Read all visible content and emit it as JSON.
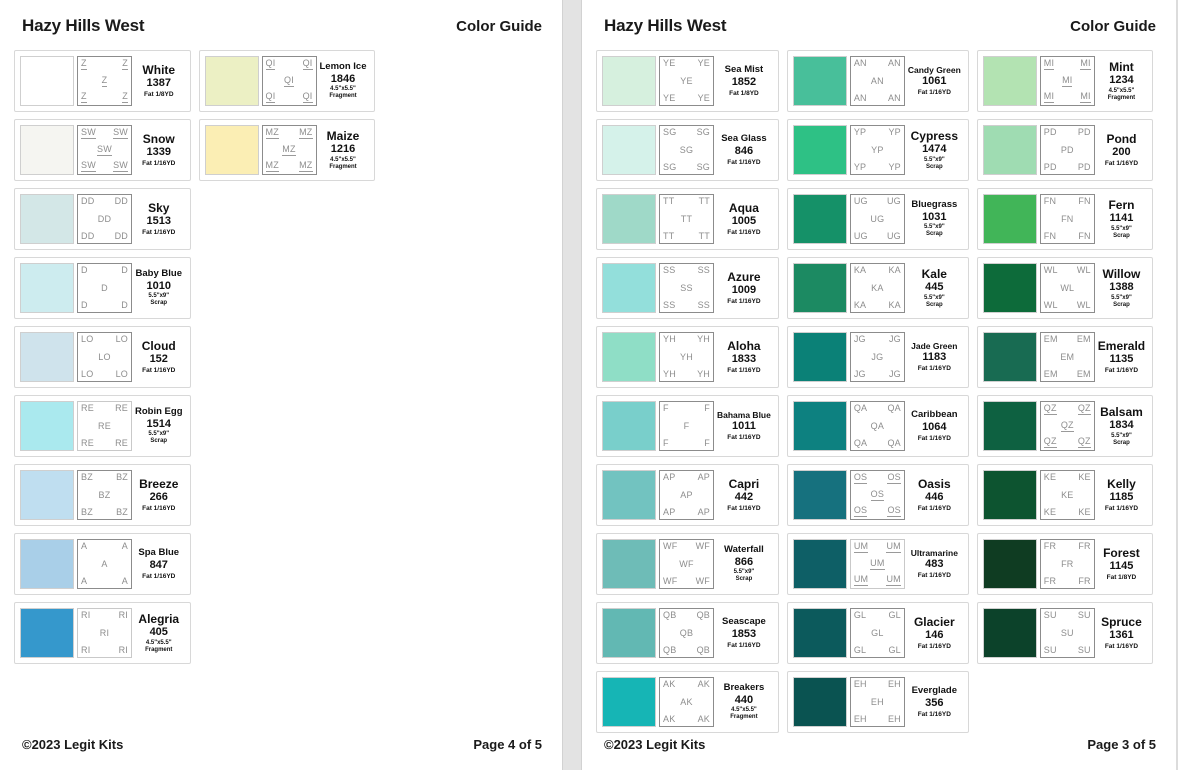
{
  "pages": [
    {
      "id": "page-left",
      "header": {
        "title": "Hazy Hills West",
        "right": "Color Guide"
      },
      "footer": {
        "copyright": "©2023 Legit Kits",
        "page": "Page 4 of 5"
      },
      "columns": [
        {
          "id": "left-col-1",
          "swatches": [
            {
              "name": "White",
              "number": "1387",
              "cut": "Fat 1/8YD",
              "code": "Z",
              "color": "#ffffff",
              "underline": true,
              "box": "dark"
            },
            {
              "name": "Snow",
              "number": "1339",
              "cut": "Fat 1/16YD",
              "code": "SW",
              "color": "#f5f5f1",
              "underline": true,
              "box": "dark"
            },
            {
              "name": "Sky",
              "number": "1513",
              "cut": "Fat 1/16YD",
              "code": "DD",
              "color": "#d3e7e7",
              "underline": false,
              "box": "dark"
            },
            {
              "name": "Baby Blue",
              "number": "1010",
              "cut": "5.5\"x9\"",
              "cut2": "Scrap",
              "code": "D",
              "color": "#cdecef",
              "underline": false,
              "box": "dark"
            },
            {
              "name": "Cloud",
              "number": "152",
              "cut": "Fat 1/16YD",
              "code": "LO",
              "color": "#cfe3ec",
              "underline": false,
              "box": "dark"
            },
            {
              "name": "Robin Egg",
              "number": "1514",
              "cut": "5.5\"x9\"",
              "cut2": "Scrap",
              "code": "RE",
              "color": "#aae9ee",
              "underline": false,
              "box": "light"
            },
            {
              "name": "Breeze",
              "number": "266",
              "cut": "Fat 1/16YD",
              "code": "BZ",
              "color": "#bfdef0",
              "underline": false,
              "box": "dark"
            },
            {
              "name": "Spa Blue",
              "number": "847",
              "cut": "Fat 1/16YD",
              "code": "A",
              "color": "#a9cfe8",
              "underline": false,
              "box": "dark"
            },
            {
              "name": "Alegria",
              "number": "405",
              "cut": "4.5\"x5.5\"",
              "cut2": "Fragment",
              "code": "RI",
              "color": "#3598cc",
              "underline": false,
              "box": "light"
            }
          ]
        },
        {
          "id": "left-col-2",
          "swatches": [
            {
              "name": "Lemon Ice",
              "number": "1846",
              "cut": "4.5\"x5.5\"",
              "cut2": "Fragment",
              "code": "QI",
              "color": "#ecf0c4",
              "underline": true,
              "box": "dark"
            },
            {
              "name": "Maize",
              "number": "1216",
              "cut": "4.5\"x5.5\"",
              "cut2": "Fragment",
              "code": "MZ",
              "color": "#fbeeb4",
              "underline": true,
              "box": "dark"
            }
          ]
        }
      ]
    },
    {
      "id": "page-right",
      "header": {
        "title": "Hazy Hills West",
        "right": "Color Guide"
      },
      "footer": {
        "copyright": "©2023 Legit Kits",
        "page": "Page 3 of 5"
      },
      "columns": [
        {
          "id": "right-col-1",
          "swatches": [
            {
              "name": "Sea Mist",
              "number": "1852",
              "cut": "Fat 1/8YD",
              "code": "YE",
              "color": "#d6f0de",
              "underline": false,
              "box": "dark"
            },
            {
              "name": "Sea Glass",
              "number": "846",
              "cut": "Fat 1/16YD",
              "code": "SG",
              "color": "#d5f2ea",
              "underline": false,
              "box": "dark"
            },
            {
              "name": "Aqua",
              "number": "1005",
              "cut": "Fat 1/16YD",
              "code": "TT",
              "color": "#9fd9c8",
              "underline": false,
              "box": "dark"
            },
            {
              "name": "Azure",
              "number": "1009",
              "cut": "Fat 1/16YD",
              "code": "SS",
              "color": "#93dfdb",
              "underline": false,
              "box": "dark"
            },
            {
              "name": "Aloha",
              "number": "1833",
              "cut": "Fat 1/16YD",
              "code": "YH",
              "color": "#8fdec6",
              "underline": false,
              "box": "dark"
            },
            {
              "name": "Bahama Blue",
              "number": "1011",
              "cut": "Fat 1/16YD",
              "code": "F",
              "color": "#79cfcb",
              "underline": false,
              "box": "dark"
            },
            {
              "name": "Capri",
              "number": "442",
              "cut": "Fat 1/16YD",
              "code": "AP",
              "color": "#72c3c0",
              "underline": false,
              "box": "dark"
            },
            {
              "name": "Waterfall",
              "number": "866",
              "cut": "5.5\"x9\"",
              "cut2": "Scrap",
              "code": "WF",
              "color": "#6ebcb7",
              "underline": false,
              "box": "dark"
            },
            {
              "name": "Seascape",
              "number": "1853",
              "cut": "Fat 1/16YD",
              "code": "QB",
              "color": "#62b8b3",
              "underline": false,
              "box": "dark"
            },
            {
              "name": "Breakers",
              "number": "440",
              "cut": "4.5\"x5.5\"",
              "cut2": "Fragment",
              "code": "AK",
              "color": "#16b5b5",
              "underline": false,
              "box": "dark"
            }
          ]
        },
        {
          "id": "right-col-2",
          "swatches": [
            {
              "name": "Candy Green",
              "number": "1061",
              "cut": "Fat 1/16YD",
              "code": "AN",
              "color": "#48bf9a",
              "underline": false,
              "box": "dark"
            },
            {
              "name": "Cypress",
              "number": "1474",
              "cut": "5.5\"x9\"",
              "cut2": "Scrap",
              "code": "YP",
              "color": "#2ec185",
              "underline": false,
              "box": "dark"
            },
            {
              "name": "Bluegrass",
              "number": "1031",
              "cut": "5.5\"x9\"",
              "cut2": "Scrap",
              "code": "UG",
              "color": "#159168",
              "underline": false,
              "box": "dark"
            },
            {
              "name": "Kale",
              "number": "445",
              "cut": "5.5\"x9\"",
              "cut2": "Scrap",
              "code": "KA",
              "color": "#1c8a62",
              "underline": false,
              "box": "dark"
            },
            {
              "name": "Jade Green",
              "number": "1183",
              "cut": "Fat 1/16YD",
              "code": "JG",
              "color": "#0b8177",
              "underline": false,
              "box": "dark"
            },
            {
              "name": "Caribbean",
              "number": "1064",
              "cut": "Fat 1/16YD",
              "code": "QA",
              "color": "#0d8180",
              "underline": false,
              "box": "dark"
            },
            {
              "name": "Oasis",
              "number": "446",
              "cut": "Fat 1/16YD",
              "code": "OS",
              "color": "#16717e",
              "underline": true,
              "box": "dark"
            },
            {
              "name": "Ultramarine",
              "number": "483",
              "cut": "Fat 1/16YD",
              "code": "UM",
              "color": "#0e5f66",
              "underline": true,
              "box": "light"
            },
            {
              "name": "Glacier",
              "number": "146",
              "cut": "Fat 1/16YD",
              "code": "GL",
              "color": "#0c5a5c",
              "underline": false,
              "box": "dark"
            },
            {
              "name": "Everglade",
              "number": "356",
              "cut": "Fat 1/16YD",
              "code": "EH",
              "color": "#0a5351",
              "underline": false,
              "box": "dark"
            }
          ]
        },
        {
          "id": "right-col-3",
          "swatches": [
            {
              "name": "Mint",
              "number": "1234",
              "cut": "4.5\"x5.5\"",
              "cut2": "Fragment",
              "code": "MI",
              "color": "#b3e3b2",
              "underline": true,
              "box": "dark"
            },
            {
              "name": "Pond",
              "number": "200",
              "cut": "Fat 1/16YD",
              "code": "PD",
              "color": "#9fdcb2",
              "underline": false,
              "box": "dark"
            },
            {
              "name": "Fern",
              "number": "1141",
              "cut": "5.5\"x9\"",
              "cut2": "Scrap",
              "code": "FN",
              "color": "#41b558",
              "underline": false,
              "box": "dark"
            },
            {
              "name": "Willow",
              "number": "1388",
              "cut": "5.5\"x9\"",
              "cut2": "Scrap",
              "code": "WL",
              "color": "#0d6b3a",
              "underline": false,
              "box": "dark"
            },
            {
              "name": "Emerald",
              "number": "1135",
              "cut": "Fat 1/16YD",
              "code": "EM",
              "color": "#186b52",
              "underline": false,
              "box": "dark"
            },
            {
              "name": "Balsam",
              "number": "1834",
              "cut": "5.5\"x9\"",
              "cut2": "Scrap",
              "code": "QZ",
              "color": "#0e6141",
              "underline": true,
              "box": "dark"
            },
            {
              "name": "Kelly",
              "number": "1185",
              "cut": "Fat 1/16YD",
              "code": "KE",
              "color": "#0d5430",
              "underline": false,
              "box": "dark"
            },
            {
              "name": "Forest",
              "number": "1145",
              "cut": "Fat 1/8YD",
              "code": "FR",
              "color": "#0f3c22",
              "underline": false,
              "box": "dark"
            },
            {
              "name": "Spruce",
              "number": "1361",
              "cut": "Fat 1/16YD",
              "code": "SU",
              "color": "#0c422a",
              "underline": false,
              "box": "dark"
            }
          ]
        }
      ]
    }
  ]
}
